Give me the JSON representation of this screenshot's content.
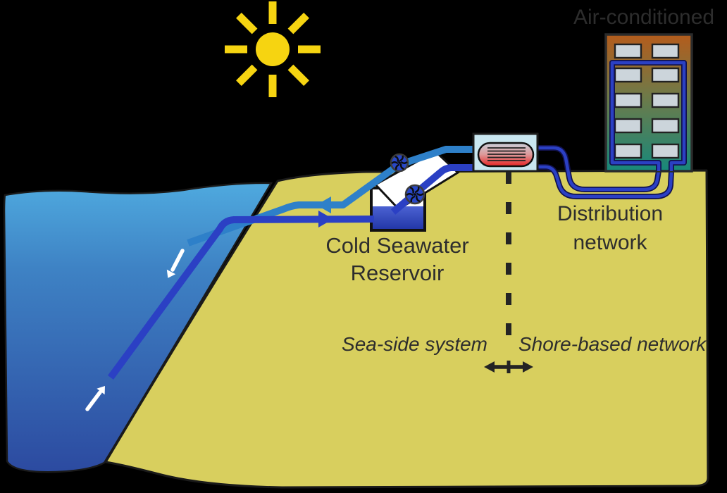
{
  "diagram": {
    "type": "seawater-air-conditioning-system",
    "labels": {
      "air_conditioned": "Air-conditioned",
      "cold_seawater_line1": "Cold Seawater",
      "cold_seawater_line2": "Reservoir",
      "distribution_line1": "Distribution",
      "distribution_line2": "network",
      "sea_side": "Sea-side system",
      "shore_based": "Shore-based network"
    },
    "icons": {
      "sun-icon": "sun disc with 8 rays",
      "pump-fan-icon": "circle with 6 fan blades (x2)",
      "flow-arrow-down-icon": "white arrow pointing down-slope in sea",
      "flow-arrow-up-icon": "white arrow pointing up-slope in sea",
      "double-headed-arrow-icon": "black horizontal double arrow across boundary",
      "pipe-flow-left-icon": "light blue arrowhead on discharge pipe",
      "pipe-flow-right-icon": "dark blue arrowhead on intake pipe"
    },
    "colors": {
      "background": "#000000",
      "sea_top": "#4FAADF",
      "sea_mid": "#3E82C4",
      "sea_deep": "#2C4AA0",
      "land": "#D8CF5E",
      "outline": "#1A1A1A",
      "sun": "#F6D411",
      "pipe_light": "#2E80C9",
      "pipe_dark": "#2B40C4",
      "pipe_outline": "#12124E",
      "reservoir_water_top": "#4B62D2",
      "reservoir_water_bottom": "#2135A6",
      "pump_fill": "#2847C6",
      "pump_ring": "#3D3D3D",
      "hx_box": "#C9E7F1",
      "hx_grad_top": "#C9CFDA",
      "hx_grad_mid": "#DD9898",
      "hx_grad_bottom": "#E62323",
      "building_top": "#B45C1C",
      "building_mid": "#6F7A48",
      "building_bottom": "#17897B",
      "window": "#CCD5DB",
      "text": "#2D2D2D",
      "flow_arrow": "#FFFFFF",
      "boundary_line": "#242424"
    }
  }
}
